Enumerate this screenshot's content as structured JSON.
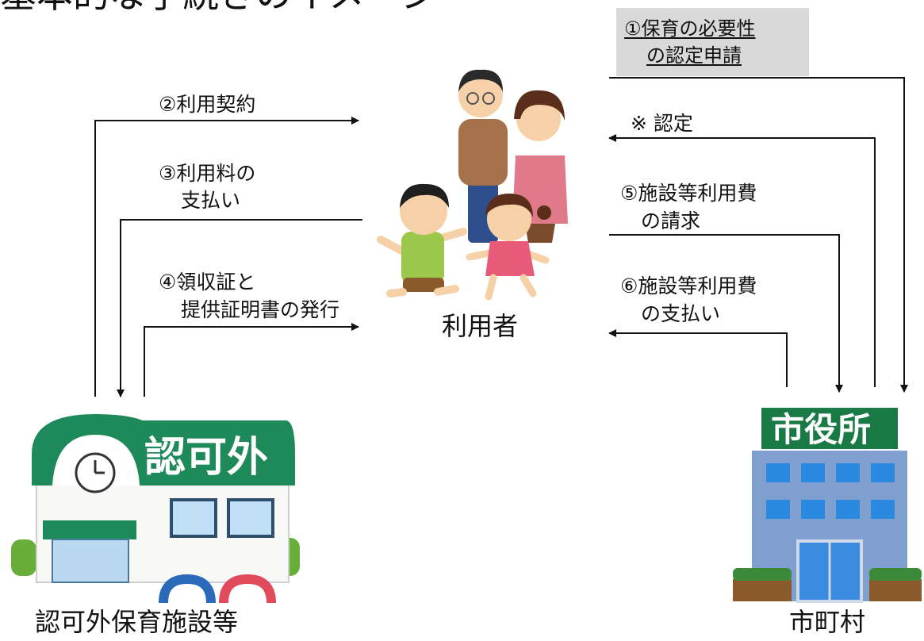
{
  "title": "基本的な手続きのイメージ～",
  "nodes": {
    "user": "利用者",
    "facility": "認可外保育施設等",
    "municipality": "市町村"
  },
  "facility_sign": "認可外",
  "city_hall_sign": "市役所",
  "steps": {
    "s1_line1": "①保育の必要性",
    "s1_line2": "の認定申請",
    "s_cert": "※ 認定",
    "s2": "②利用契約",
    "s3_line1": "③利用料の",
    "s3_line2": "支払い",
    "s4_line1": "④領収証と",
    "s4_line2": "提供証明書の発行",
    "s5_line1": "⑤施設等利用費",
    "s5_line2": "の請求",
    "s6_line1": "⑥施設等利用費",
    "s6_line2": "の支払い"
  },
  "colors": {
    "facility_roof": "#1e8a5a",
    "city_hall_body": "#7fa0cf",
    "city_hall_sign": "#1a7a45",
    "step1_box": "#d9d9d9"
  }
}
